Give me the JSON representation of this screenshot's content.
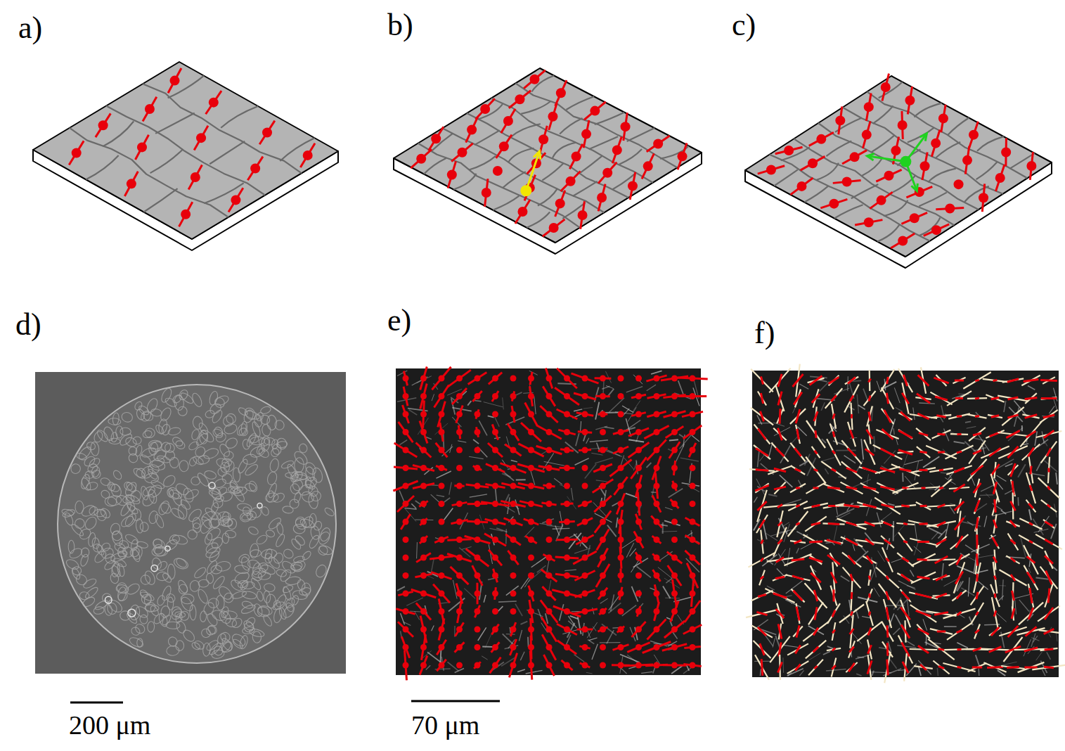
{
  "diagram": {
    "labels": [
      "a)",
      "b)",
      "c)",
      "d)",
      "e)",
      "f)",
      "200 μm",
      "70 μm"
    ]
  }
}
